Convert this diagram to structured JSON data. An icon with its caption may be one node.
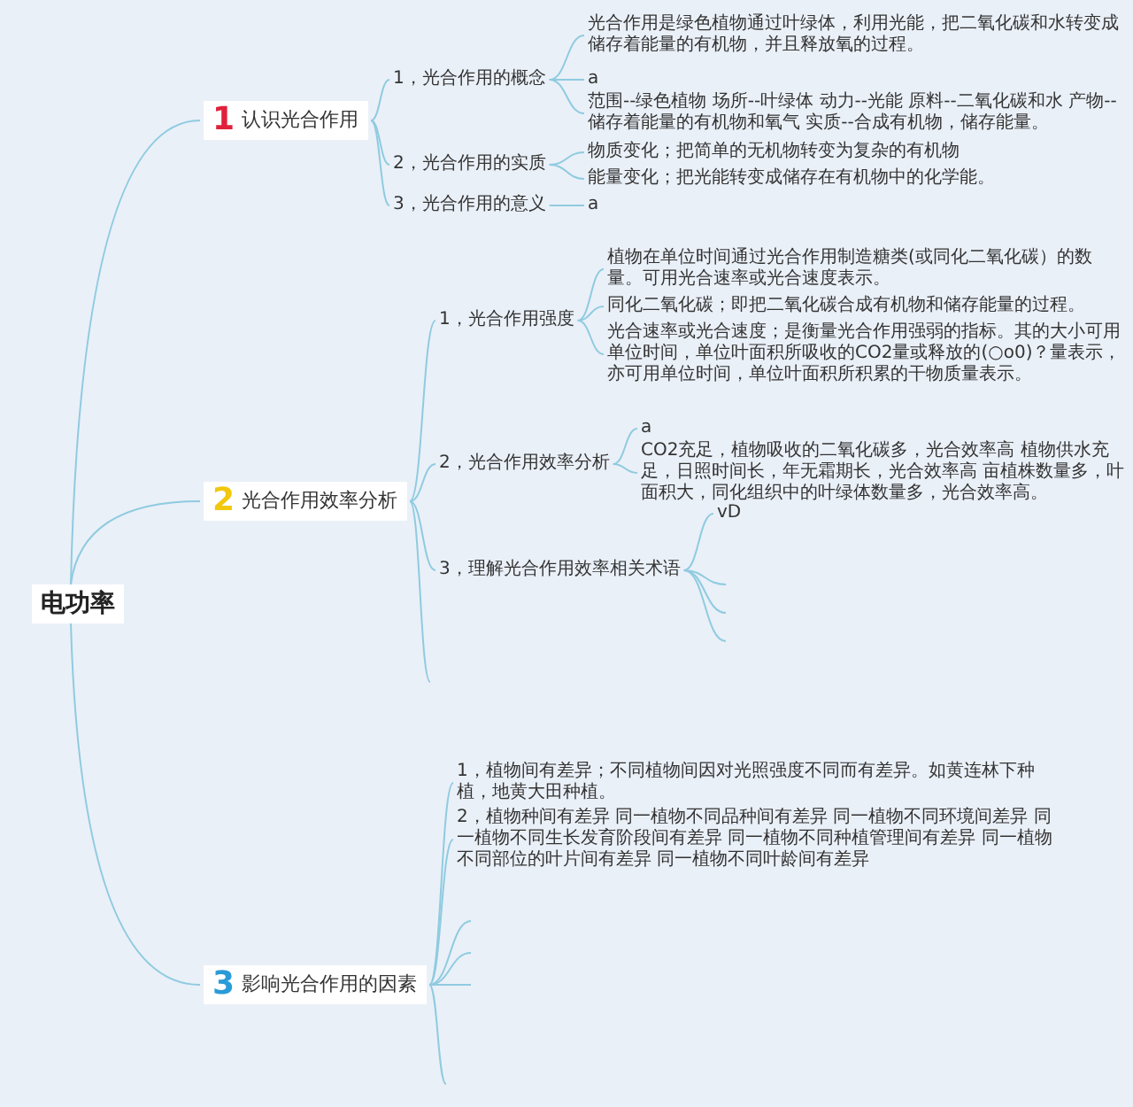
{
  "diagram": {
    "nodes": [
      {
        "text": [
          "电功率"
        ]
      },
      {
        "text": [
          "1",
          "认识光合作用"
        ]
      },
      {
        "text": [
          "1，光合作用的概念"
        ]
      },
      {
        "text": [
          "光合作用是绿色植物通过叶绿体，利用光能，把二氧化碳和水转变成储存着能量的有机物，并且释放氧的过程。"
        ]
      },
      {
        "text": [
          "a"
        ]
      },
      {
        "text": [
          "范围--绿色植物 场所--叶绿体 动力--光能 原料--二氧化碳和水 产物--储存着能量的有机物和氧气 实质--合成有机物，储存能量。"
        ]
      },
      {
        "text": [
          "2，光合作用的实质"
        ]
      },
      {
        "text": [
          "物质变化；把简单的无机物转变为复杂的有机物"
        ]
      },
      {
        "text": [
          "能量变化；把光能转变成储存在有机物中的化学能。"
        ]
      },
      {
        "text": [
          "3，光合作用的意义"
        ]
      },
      {
        "text": [
          "a"
        ]
      },
      {
        "text": [
          "2",
          "光合作用效率分析"
        ]
      },
      {
        "text": [
          "1，光合作用强度"
        ]
      },
      {
        "text": [
          "植物在单位时间通过光合作用制造糖类(或同化二氧化碳）的数量。可用光合速率或光合速度表示。"
        ]
      },
      {
        "text": [
          "同化二氧化碳；即把二氧化碳合成有机物和储存能量的过程。"
        ]
      },
      {
        "text": [
          "光合速率或光合速度；是衡量光合作用强弱的指标。其的大小可用单位时间，单位叶面积所吸收的CO2量或释放的(○o0)？量表示，亦可用单位时间，单位叶面积所积累的干物质量表示。"
        ]
      },
      {
        "text": [
          "2，光合作用效率分析"
        ]
      },
      {
        "text": [
          "a"
        ]
      },
      {
        "text": [
          "CO2充足，植物吸收的二氧化碳多，光合效率高 植物供水充足，日照时间长，年无霜期长，光合效率高 亩植株数量多，叶面积大，同化组织中的叶绿体数量多，光合效率高。"
        ]
      },
      {
        "text": [
          "3，理解光合作用效率相关术语"
        ]
      },
      {
        "text": [
          "vD"
        ]
      },
      {
        "text": [
          "3",
          "影响光合作用的因素"
        ]
      },
      {
        "text": [
          "1，植物间有差异；不同植物间因对光照强度不同而有差异。如黄连林下种植，地黄大田种植。"
        ]
      },
      {
        "text": [
          "2，植物种间有差异 同一植物不同品种间有差异 同一植物不同环境间差异 同一植物不同生长发育阶段间有差异 同一植物不同种植管理间有差异 同一植物不同部位的叶片间有差异 同一植物不同叶龄间有差异"
        ]
      }
    ],
    "edges": [
      {
        "from": 0,
        "to": 1,
        "arrow": "none"
      },
      {
        "from": 0,
        "to": 11,
        "arrow": "none"
      },
      {
        "from": 0,
        "to": 21,
        "arrow": "none"
      },
      {
        "from": 1,
        "to": 2,
        "arrow": "none"
      },
      {
        "from": 1,
        "to": 6,
        "arrow": "none"
      },
      {
        "from": 1,
        "to": 9,
        "arrow": "none"
      },
      {
        "from": 2,
        "to": 3,
        "arrow": "none"
      },
      {
        "from": 2,
        "to": 4,
        "arrow": "none"
      },
      {
        "from": 2,
        "to": 5,
        "arrow": "none"
      },
      {
        "from": 6,
        "to": 7,
        "arrow": "none"
      },
      {
        "from": 6,
        "to": 8,
        "arrow": "none"
      },
      {
        "from": 9,
        "to": 10,
        "arrow": "none"
      },
      {
        "from": 11,
        "to": 12,
        "arrow": "none"
      },
      {
        "from": 11,
        "to": 16,
        "arrow": "none"
      },
      {
        "from": 11,
        "to": 19,
        "arrow": "none"
      },
      {
        "from": 11,
        "to": null,
        "arrow": "none"
      },
      {
        "from": 12,
        "to": 13,
        "arrow": "none"
      },
      {
        "from": 12,
        "to": 14,
        "arrow": "none"
      },
      {
        "from": 12,
        "to": 15,
        "arrow": "none"
      },
      {
        "from": 16,
        "to": 17,
        "arrow": "none"
      },
      {
        "from": 16,
        "to": 18,
        "arrow": "none"
      },
      {
        "from": 19,
        "to": 20,
        "arrow": "none"
      },
      {
        "from": 19,
        "to": null,
        "arrow": "none"
      },
      {
        "from": 19,
        "to": null,
        "arrow": "none"
      },
      {
        "from": 19,
        "to": null,
        "arrow": "none"
      },
      {
        "from": 21,
        "to": 22,
        "arrow": "none"
      },
      {
        "from": 21,
        "to": 23,
        "arrow": "none"
      },
      {
        "from": 21,
        "to": null,
        "arrow": "none"
      },
      {
        "from": 21,
        "to": null,
        "arrow": "none"
      },
      {
        "from": 21,
        "to": null,
        "arrow": "none"
      },
      {
        "from": 21,
        "to": null,
        "arrow": "none"
      }
    ]
  }
}
